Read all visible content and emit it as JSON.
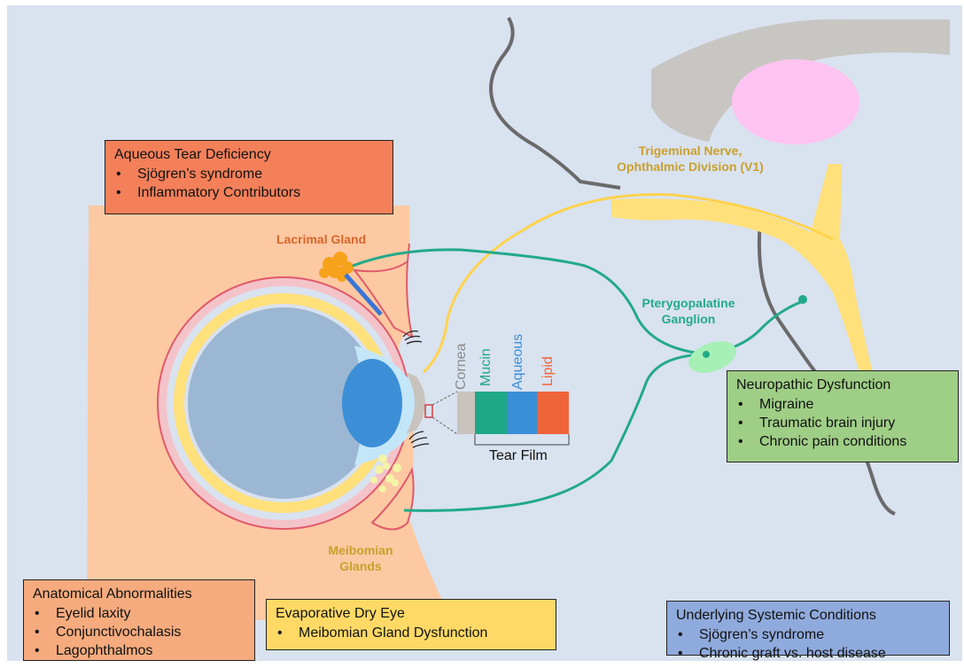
{
  "boxes": {
    "aqueous": {
      "title": "Aqueous Tear Deficiency",
      "items": [
        "Sjögren’s syndrome",
        "Inflammatory Contributors"
      ],
      "color": "#f4805a"
    },
    "neuropathic": {
      "title": "Neuropathic Dysfunction",
      "items": [
        "Migraine",
        "Traumatic brain injury",
        "Chronic pain conditions"
      ],
      "color": "#9fce86"
    },
    "anatomical": {
      "title": "Anatomical Abnormalities",
      "items": [
        "Eyelid laxity",
        "Conjunctivochalasis",
        "Lagophthalmos"
      ],
      "color": "#f5ab7e"
    },
    "evaporative": {
      "title": "Evaporative Dry Eye",
      "items": [
        "Meibomian Gland Dysfunction"
      ],
      "color": "#ffd966"
    },
    "systemic": {
      "title": "Underlying Systemic Conditions",
      "items": [
        "Sjögren’s syndrome",
        "Chronic graft vs. host disease"
      ],
      "color": "#8faadc"
    }
  },
  "labels": {
    "lacrimal_gland": "Lacrimal Gland",
    "trigeminal_line1": "Trigeminal Nerve,",
    "trigeminal_line2": "Ophthalmic Division (V1)",
    "ptery_line1": "Pterygopalatine",
    "ptery_line2": "Ganglion",
    "meibomian_line1": "Meibomian",
    "meibomian_line2": "Glands"
  },
  "tear_film": {
    "caption": "Tear Film",
    "layers": [
      {
        "name": "Cornea",
        "color": "#c8c3bd"
      },
      {
        "name": "Mucin",
        "color": "#1fa886"
      },
      {
        "name": "Aqueous",
        "color": "#3a8fd8"
      },
      {
        "name": "Lipid",
        "color": "#f0643a"
      }
    ]
  },
  "colors": {
    "background": "#d9e2ef",
    "face": "#fcc9a2",
    "trigeminal": "#ffe07a",
    "parasympathetic": "#22a98a",
    "brain_gray": "#c8c6c2",
    "brain_pink": "#ffc4f2",
    "outline": "#666666"
  }
}
